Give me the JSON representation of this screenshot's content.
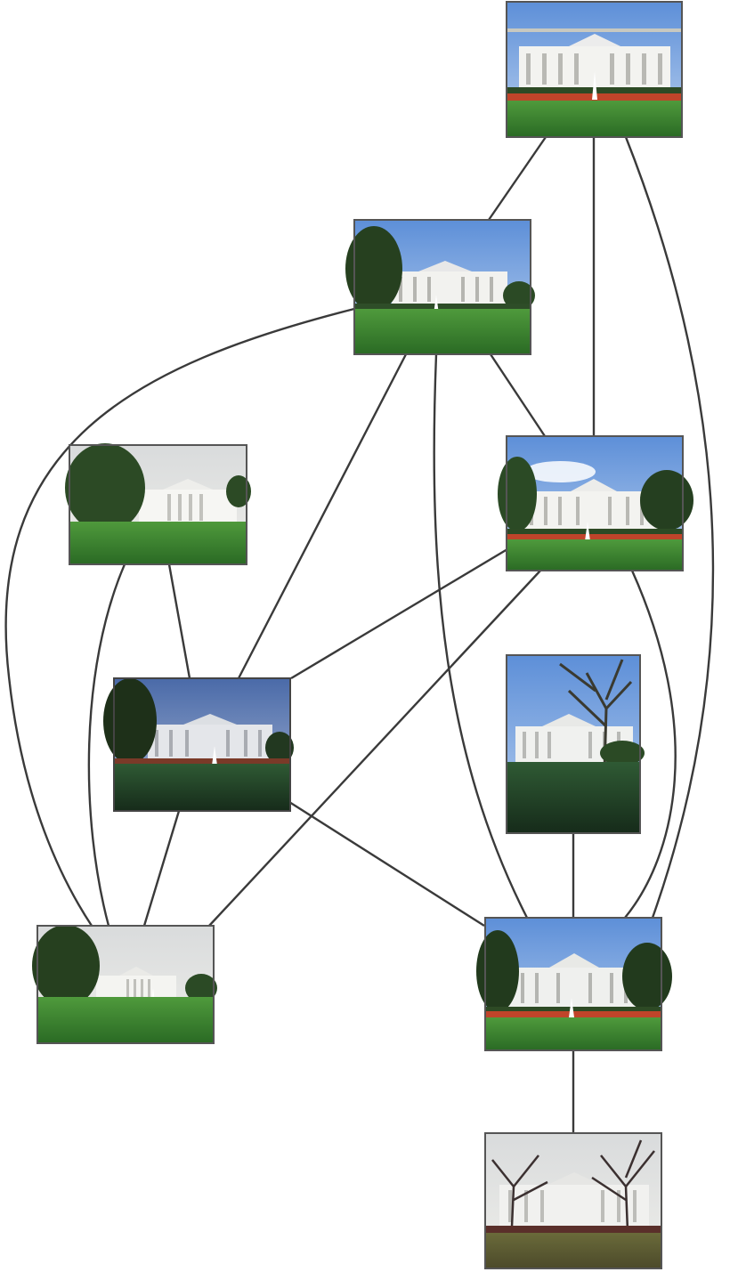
{
  "graph": {
    "nodes": [
      {
        "id": "n1",
        "scene": "front-fountain"
      },
      {
        "id": "n2",
        "scene": "lawn-tree-left"
      },
      {
        "id": "n3",
        "scene": "overcast-trees"
      },
      {
        "id": "n4",
        "scene": "front-fountain-trees"
      },
      {
        "id": "n5",
        "scene": "dusk-lawn"
      },
      {
        "id": "n6",
        "scene": "bare-tree-blue-sky"
      },
      {
        "id": "n7",
        "scene": "distant-overcast"
      },
      {
        "id": "n8",
        "scene": "front-flowerbed-trees"
      },
      {
        "id": "n9",
        "scene": "winter-bare-trees"
      }
    ],
    "edges": [
      [
        "n1",
        "n2"
      ],
      [
        "n1",
        "n4"
      ],
      [
        "n1",
        "n8"
      ],
      [
        "n2",
        "n7"
      ],
      [
        "n2",
        "n5"
      ],
      [
        "n2",
        "n8"
      ],
      [
        "n2",
        "n4"
      ],
      [
        "n3",
        "n5"
      ],
      [
        "n3",
        "n7"
      ],
      [
        "n4",
        "n5"
      ],
      [
        "n4",
        "n7"
      ],
      [
        "n4",
        "n8"
      ],
      [
        "n5",
        "n7"
      ],
      [
        "n5",
        "n8"
      ],
      [
        "n6",
        "n8"
      ],
      [
        "n8",
        "n9"
      ]
    ]
  },
  "colors": {
    "edge": "#3a3a3a",
    "frame": "#555555",
    "sky": "#8fb2e0",
    "overcast_sky": "#e4e4e2",
    "lawn": "#2f7a2a",
    "house": "#f2f2f2",
    "tree": "#2b4a25",
    "flowers": "#c0442a"
  }
}
